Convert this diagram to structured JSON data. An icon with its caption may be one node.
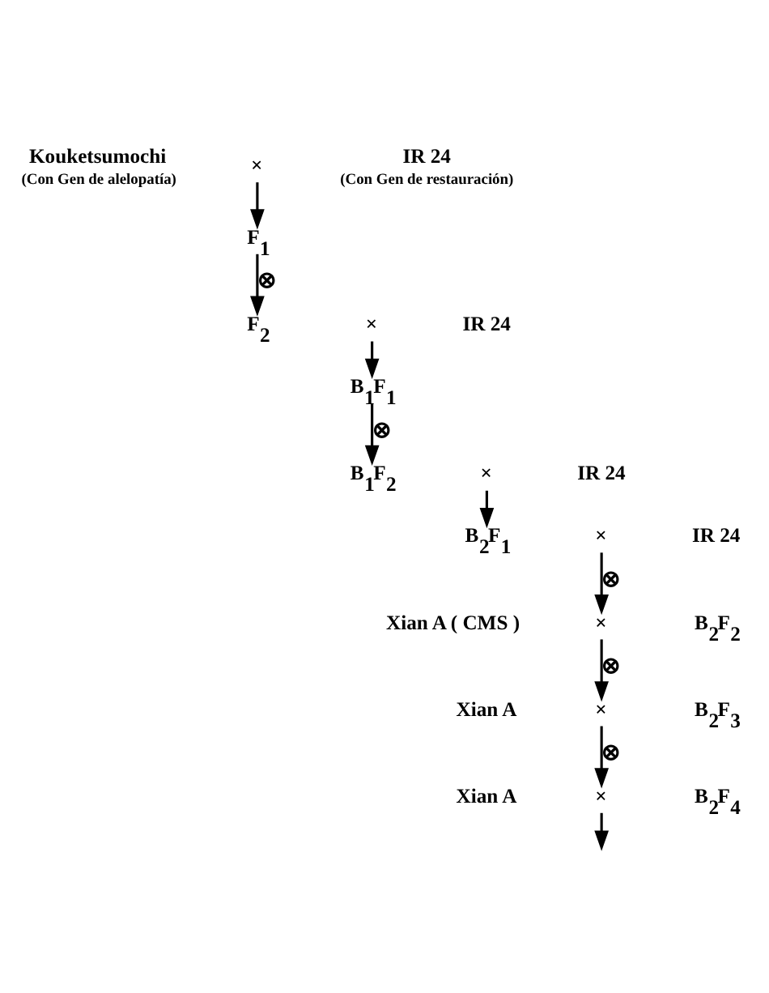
{
  "diagram": {
    "nodes": [
      {
        "text": [
          "Kouketsumochi"
        ],
        "beside": [
          "(Con Gen de alelopatía)"
        ]
      },
      {
        "text": [
          "×"
        ]
      },
      {
        "text": [
          "IR 24"
        ],
        "beside": [
          "(Con Gen de restauración)"
        ]
      },
      {
        "text": [
          "F$_{1}$"
        ]
      },
      {
        "text": [
          "F$_{2}$"
        ]
      },
      {
        "text": [
          "×"
        ]
      },
      {
        "text": [
          "IR 24"
        ]
      },
      {
        "text": [
          "B$_{1}$F$_{1}$"
        ]
      },
      {
        "text": [
          "B$_{1}$F$_{2}$"
        ]
      },
      {
        "text": [
          "×"
        ]
      },
      {
        "text": [
          "IR 24"
        ]
      },
      {
        "text": [
          "B$_{2}$F$_{1}$"
        ]
      },
      {
        "text": [
          "×"
        ]
      },
      {
        "text": [
          "IR 24"
        ]
      },
      {
        "text": [
          "Xian A ( CMS )"
        ]
      },
      {
        "text": [
          "×"
        ]
      },
      {
        "text": [
          "B$_{2}$F$_{2}$"
        ]
      },
      {
        "text": [
          "Xian A"
        ]
      },
      {
        "text": [
          "×"
        ]
      },
      {
        "text": [
          "B$_{2}$F$_{3}$"
        ]
      },
      {
        "text": [
          "Xian A"
        ]
      },
      {
        "text": [
          "×"
        ]
      },
      {
        "text": [
          "B$_{2}$F$_{4}$"
        ]
      }
    ],
    "edges": [
      {
        "from": 1,
        "to": 3,
        "arrow": "to"
      },
      {
        "from": 3,
        "to": 4,
        "arrow": "to",
        "label": "⊗"
      },
      {
        "from": 5,
        "to": 7,
        "arrow": "to"
      },
      {
        "from": 7,
        "to": 8,
        "arrow": "to",
        "label": "⊗"
      },
      {
        "from": 9,
        "to": 11,
        "arrow": "to"
      },
      {
        "from": 12,
        "to": 15,
        "arrow": "to",
        "label": "⊗"
      },
      {
        "from": 15,
        "to": 18,
        "arrow": "to",
        "label": "⊗"
      },
      {
        "from": 18,
        "to": 21,
        "arrow": "to",
        "label": "⊗"
      },
      {
        "from": 21,
        "to": null,
        "arrow": "to"
      }
    ]
  }
}
